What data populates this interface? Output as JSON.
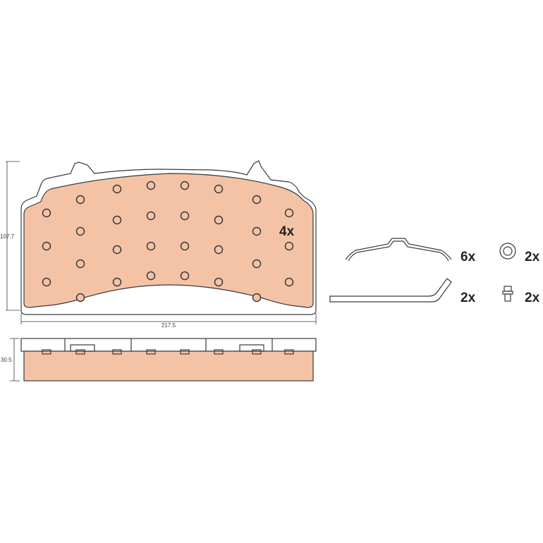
{
  "dimensions": {
    "height": "107.7",
    "width": "217.5",
    "thickness": "30.5"
  },
  "pad": {
    "quantity": "4x",
    "colors": {
      "friction": "#f4c3a6",
      "line": "#3a3a3a"
    }
  },
  "accessories": [
    {
      "name": "spring-clip",
      "quantity": "6x"
    },
    {
      "name": "ring",
      "quantity": "2x"
    },
    {
      "name": "wear-pin",
      "quantity": "2x"
    },
    {
      "name": "bolt",
      "quantity": "2x"
    }
  ]
}
